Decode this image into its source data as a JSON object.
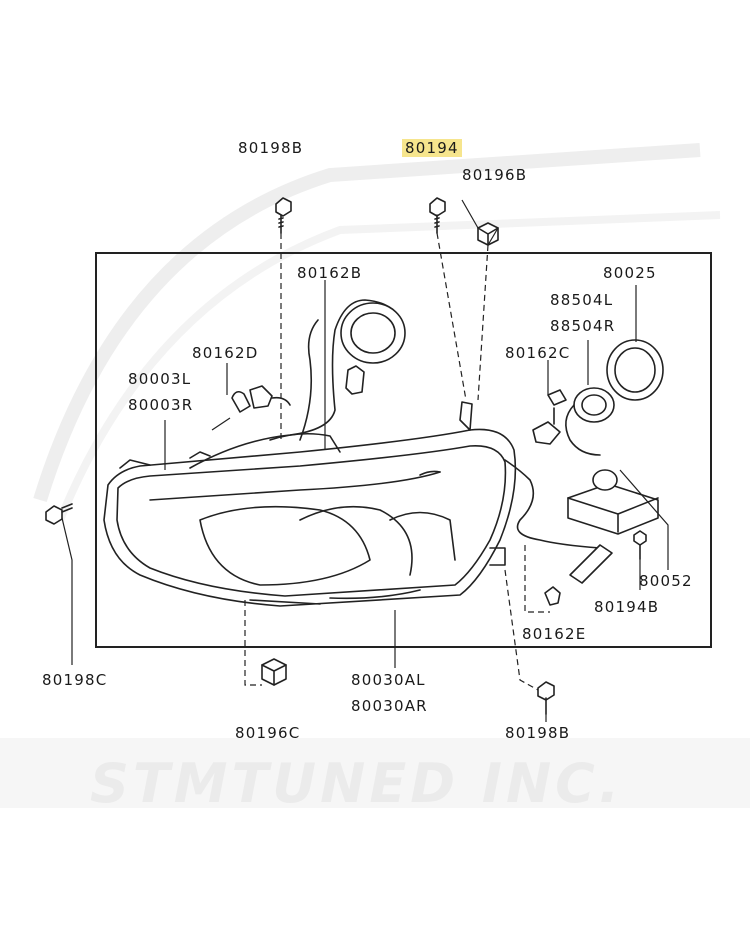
{
  "diagram": {
    "watermark": "STMTUNED INC.",
    "highlighted_part": "80194",
    "labels": {
      "p80198B_top": "80198B",
      "p80194": "80194",
      "p80196B": "80196B",
      "p80162B": "80162B",
      "p80025": "80025",
      "p88504L": "88504L",
      "p88504R": "88504R",
      "p80162D": "80162D",
      "p80162C": "80162C",
      "p80003L": "80003L",
      "p80003R": "80003R",
      "p80052": "80052",
      "p80194B": "80194B",
      "p80162E": "80162E",
      "p80198C": "80198C",
      "p80030AL": "80030AL",
      "p80030AR": "80030AR",
      "p80196C": "80196C",
      "p80198B_bottom": "80198B"
    }
  }
}
